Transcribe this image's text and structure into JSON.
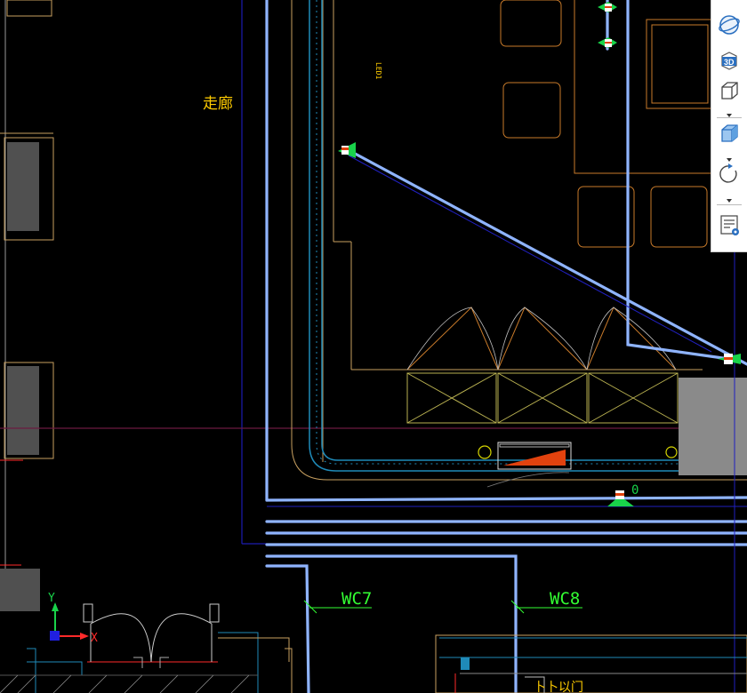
{
  "drawing": {
    "labels": {
      "corridor": "走廊",
      "led_tag": "LED1",
      "wc7": "WC7",
      "wc8": "WC8",
      "bottom_note": "卜卜以门"
    },
    "axis": {
      "x": "X",
      "y": "Y"
    },
    "colors": {
      "background": "#000000",
      "conduit": "#8fb4ff",
      "wall": "#c8a060",
      "furniture": "#c87a2a",
      "cabinet": "#b8b050",
      "lamp": "#19d34a",
      "pipe": "#1f8ab8",
      "wc_label": "#33ff33",
      "text_yellow": "#ffcc00",
      "grey_block": "#8a8a8a",
      "red_line": "#ff2a2a"
    }
  },
  "toolbar": {
    "items": [
      {
        "name": "orbit",
        "icon": "orbit-icon"
      },
      {
        "name": "3d-view",
        "icon": "3d-view-icon",
        "label": "3D"
      },
      {
        "name": "wireframe-cube",
        "icon": "cube-wireframe-icon"
      },
      {
        "name": "shaded-cube",
        "icon": "cube-shaded-icon"
      },
      {
        "name": "rotate",
        "icon": "rotate-icon"
      },
      {
        "name": "properties",
        "icon": "properties-icon"
      }
    ]
  }
}
